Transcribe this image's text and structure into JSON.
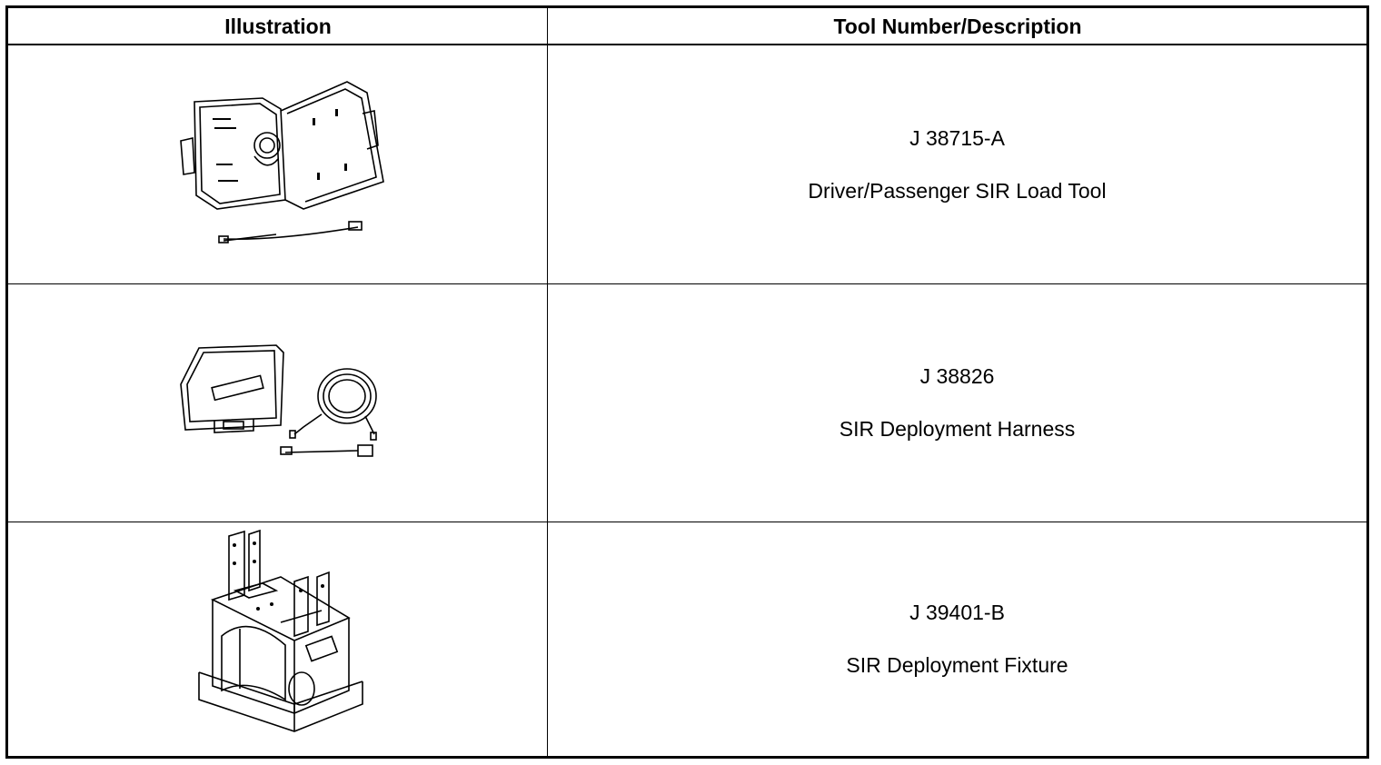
{
  "table": {
    "headers": [
      "Illustration",
      "Tool Number/Description"
    ],
    "rows": [
      {
        "number": "J 38715-A",
        "description": "Driver/Passenger SIR Load Tool",
        "illustration_icon": "load-tool-case-icon"
      },
      {
        "number": "J 38826",
        "description": "SIR Deployment Harness",
        "illustration_icon": "deployment-harness-icon"
      },
      {
        "number": "J 39401-B",
        "description": "SIR Deployment Fixture",
        "illustration_icon": "deployment-fixture-icon"
      }
    ]
  }
}
